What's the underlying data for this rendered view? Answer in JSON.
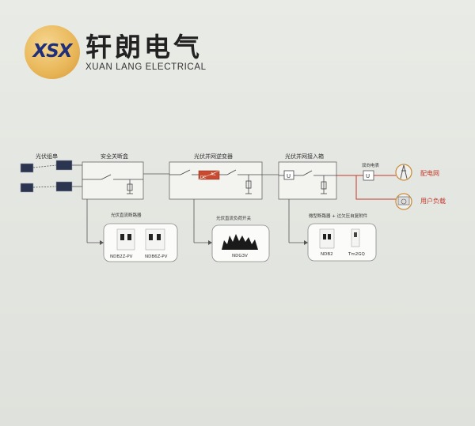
{
  "brand": {
    "logo_text": "XSX",
    "name_cn": "轩朗电气",
    "name_en": "XUAN LANG ELECTRICAL"
  },
  "diagram": {
    "pv_string": "光伏组串",
    "safety_box": "安全关断盒",
    "inverter": "光伏并网逆变器",
    "grid_box": "光伏并网接入箱",
    "meter": "双向电表",
    "grid": "配电网",
    "load": "用户负载",
    "inverter_dc": "DC",
    "inverter_ac": "AC",
    "dc_breaker_title": "光伏直流断路器",
    "dc_breaker_1": "NDB2Z-PV",
    "dc_breaker_2": "NDB6Z-PV",
    "dc_switch_title": "光伏直流负荷开关",
    "dc_switch": "NDG3V",
    "mcb_title": "微型断路器 + 过欠压自复附件",
    "mcb_1": "NDB2",
    "mcb_2": "Tm2GQ"
  },
  "colors": {
    "wire": "#555555",
    "ac_wire": "#c23a2a",
    "logo_text": "#1f2f7a",
    "logo_bg": "#eab95c"
  }
}
